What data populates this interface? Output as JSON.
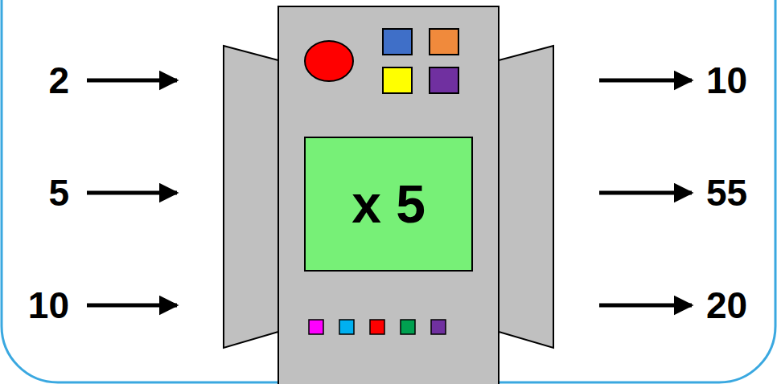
{
  "diagram": {
    "nodes": [
      {
        "text": [
          "x 5"
        ]
      }
    ],
    "labels": [
      "2",
      "5",
      "10",
      "10",
      "55",
      "20"
    ]
  }
}
